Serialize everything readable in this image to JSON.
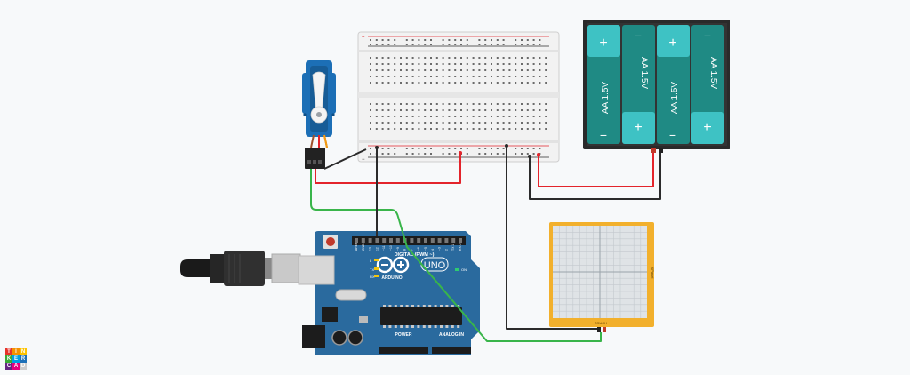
{
  "battery_pack": {
    "cells": [
      {
        "label": "AA 1.5V",
        "top_symbol": "+",
        "bottom_symbol": "−"
      },
      {
        "label": "AA 1.5V",
        "top_symbol": "−",
        "bottom_symbol": "+"
      },
      {
        "label": "AA 1.5V",
        "top_symbol": "+",
        "bottom_symbol": "−"
      },
      {
        "label": "AA 1.5V",
        "top_symbol": "−",
        "bottom_symbol": "+"
      }
    ]
  },
  "arduino": {
    "brand": "ARDUINO",
    "model": "UNO",
    "digital_label": "DIGITAL (PWM ~)",
    "power_label": "POWER",
    "analog_label": "ANALOG IN",
    "pin_labels": [
      "AREF",
      "GND",
      "13",
      "12",
      "~11",
      "~10",
      "~9",
      "8",
      "7",
      "~6",
      "~5",
      "4",
      "~3",
      "2",
      "TX 1",
      "RX 0"
    ],
    "tx_label": "TX",
    "rx_label": "RX",
    "on_label": "ON",
    "l_label": "L"
  },
  "touch_panel": {
    "label": "TOUCH",
    "side_label": "XPanel"
  },
  "breadboard": {
    "rail_plus": "+",
    "rail_minus": "−"
  },
  "logo": {
    "letters": [
      "T",
      "I",
      "N",
      "K",
      "E",
      "R",
      "C",
      "A",
      "D"
    ],
    "colors": [
      "#e6332a",
      "#f39200",
      "#fdc300",
      "#3aaa35",
      "#009fe3",
      "#1d71b8",
      "#662483",
      "#e6007e",
      "#cccccc"
    ]
  },
  "colors": {
    "wire_red": "#e3242b",
    "wire_black": "#2b2b2b",
    "wire_green": "#39b54a",
    "arduino_blue": "#2a6a9e",
    "battery_green": "#1f8a84",
    "battery_teal": "#3ec2c4",
    "panel_orange": "#f2b02c",
    "servo_blue": "#1c6fb6"
  }
}
